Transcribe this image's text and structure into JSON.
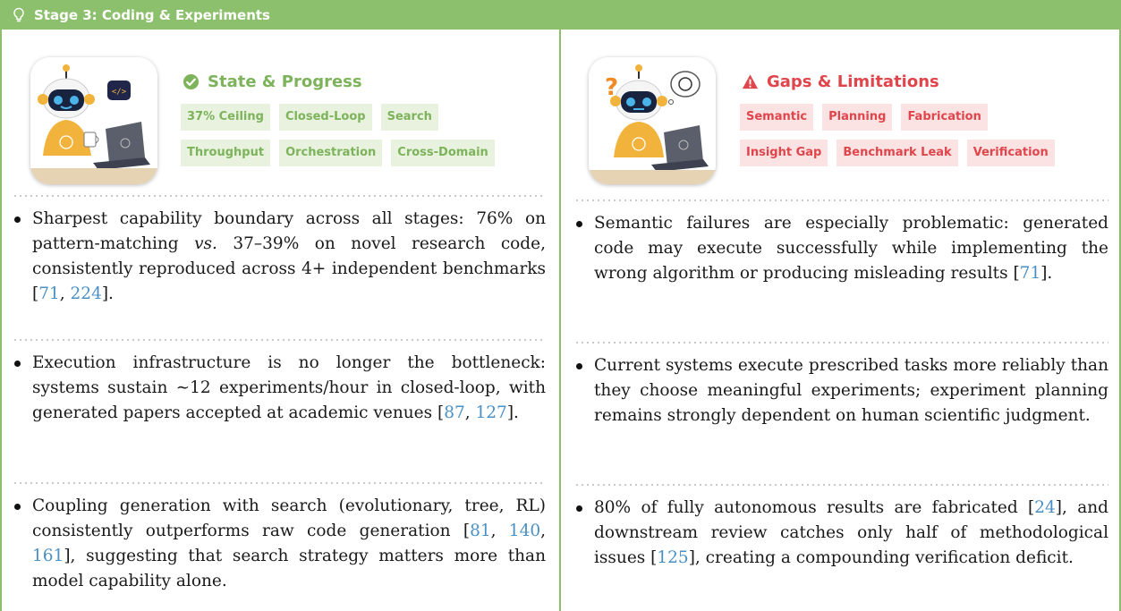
{
  "header": {
    "title": "Stage 3: Coding & Experiments",
    "icon": "lightbulb-icon"
  },
  "colors": {
    "green": "#8dc06c",
    "green_text": "#7db35a",
    "red_text": "#e0454b",
    "cite": "#4a90c4"
  },
  "left": {
    "title": "State & Progress",
    "title_icon": "check-circle-icon",
    "tags_row1": [
      "37% Ceiling",
      "Closed-Loop",
      "Search"
    ],
    "tags_row2": [
      "Throughput",
      "Orchestration",
      "Cross-Domain"
    ],
    "bullets": [
      {
        "t1": "Sharpest capability boundary across all stages: 76% on pattern-matching ",
        "em": "vs.",
        "t2": " 37–39% on novel research code, consistently reproduced across 4+ independent benchmarks [",
        "c1": "71",
        "sep": ", ",
        "c2": "224",
        "t3": "]."
      },
      {
        "t1": "Execution infrastructure is no longer the bottleneck: systems sustain ∼12 experiments/hour in closed-loop, with generated papers accepted at academic venues [",
        "c1": "87",
        "sep": ", ",
        "c2": "127",
        "t3": "]."
      },
      {
        "t1": "Coupling generation with search (evolutionary, tree, RL) consistently outperforms raw code generation [",
        "c1": "81",
        "sep1": ", ",
        "c2": "140",
        "sep2": ", ",
        "c3": "161",
        "t3": "], suggesting that search strategy matters more than model capability alone."
      }
    ]
  },
  "right": {
    "title": "Gaps & Limitations",
    "title_icon": "warning-icon",
    "tags_row1": [
      "Semantic",
      "Planning",
      "Fabrication"
    ],
    "tags_row2": [
      "Insight Gap",
      "Benchmark Leak",
      "Verification"
    ],
    "bullets": [
      {
        "t1": "Semantic failures are especially problematic: generated code may execute successfully while implementing the wrong algorithm or producing misleading results [",
        "c1": "71",
        "t3": "]."
      },
      {
        "t1": "Current systems execute prescribed tasks more reliably than they choose meaningful experiments; experiment planning remains strongly dependent on human scientific judgment."
      },
      {
        "t1": "80% of fully autonomous results are fabricated [",
        "c1": "24",
        "t2": "], and downstream review catches only half of methodological issues [",
        "c2": "125",
        "t3": "], creating a compounding verification deficit."
      }
    ]
  }
}
